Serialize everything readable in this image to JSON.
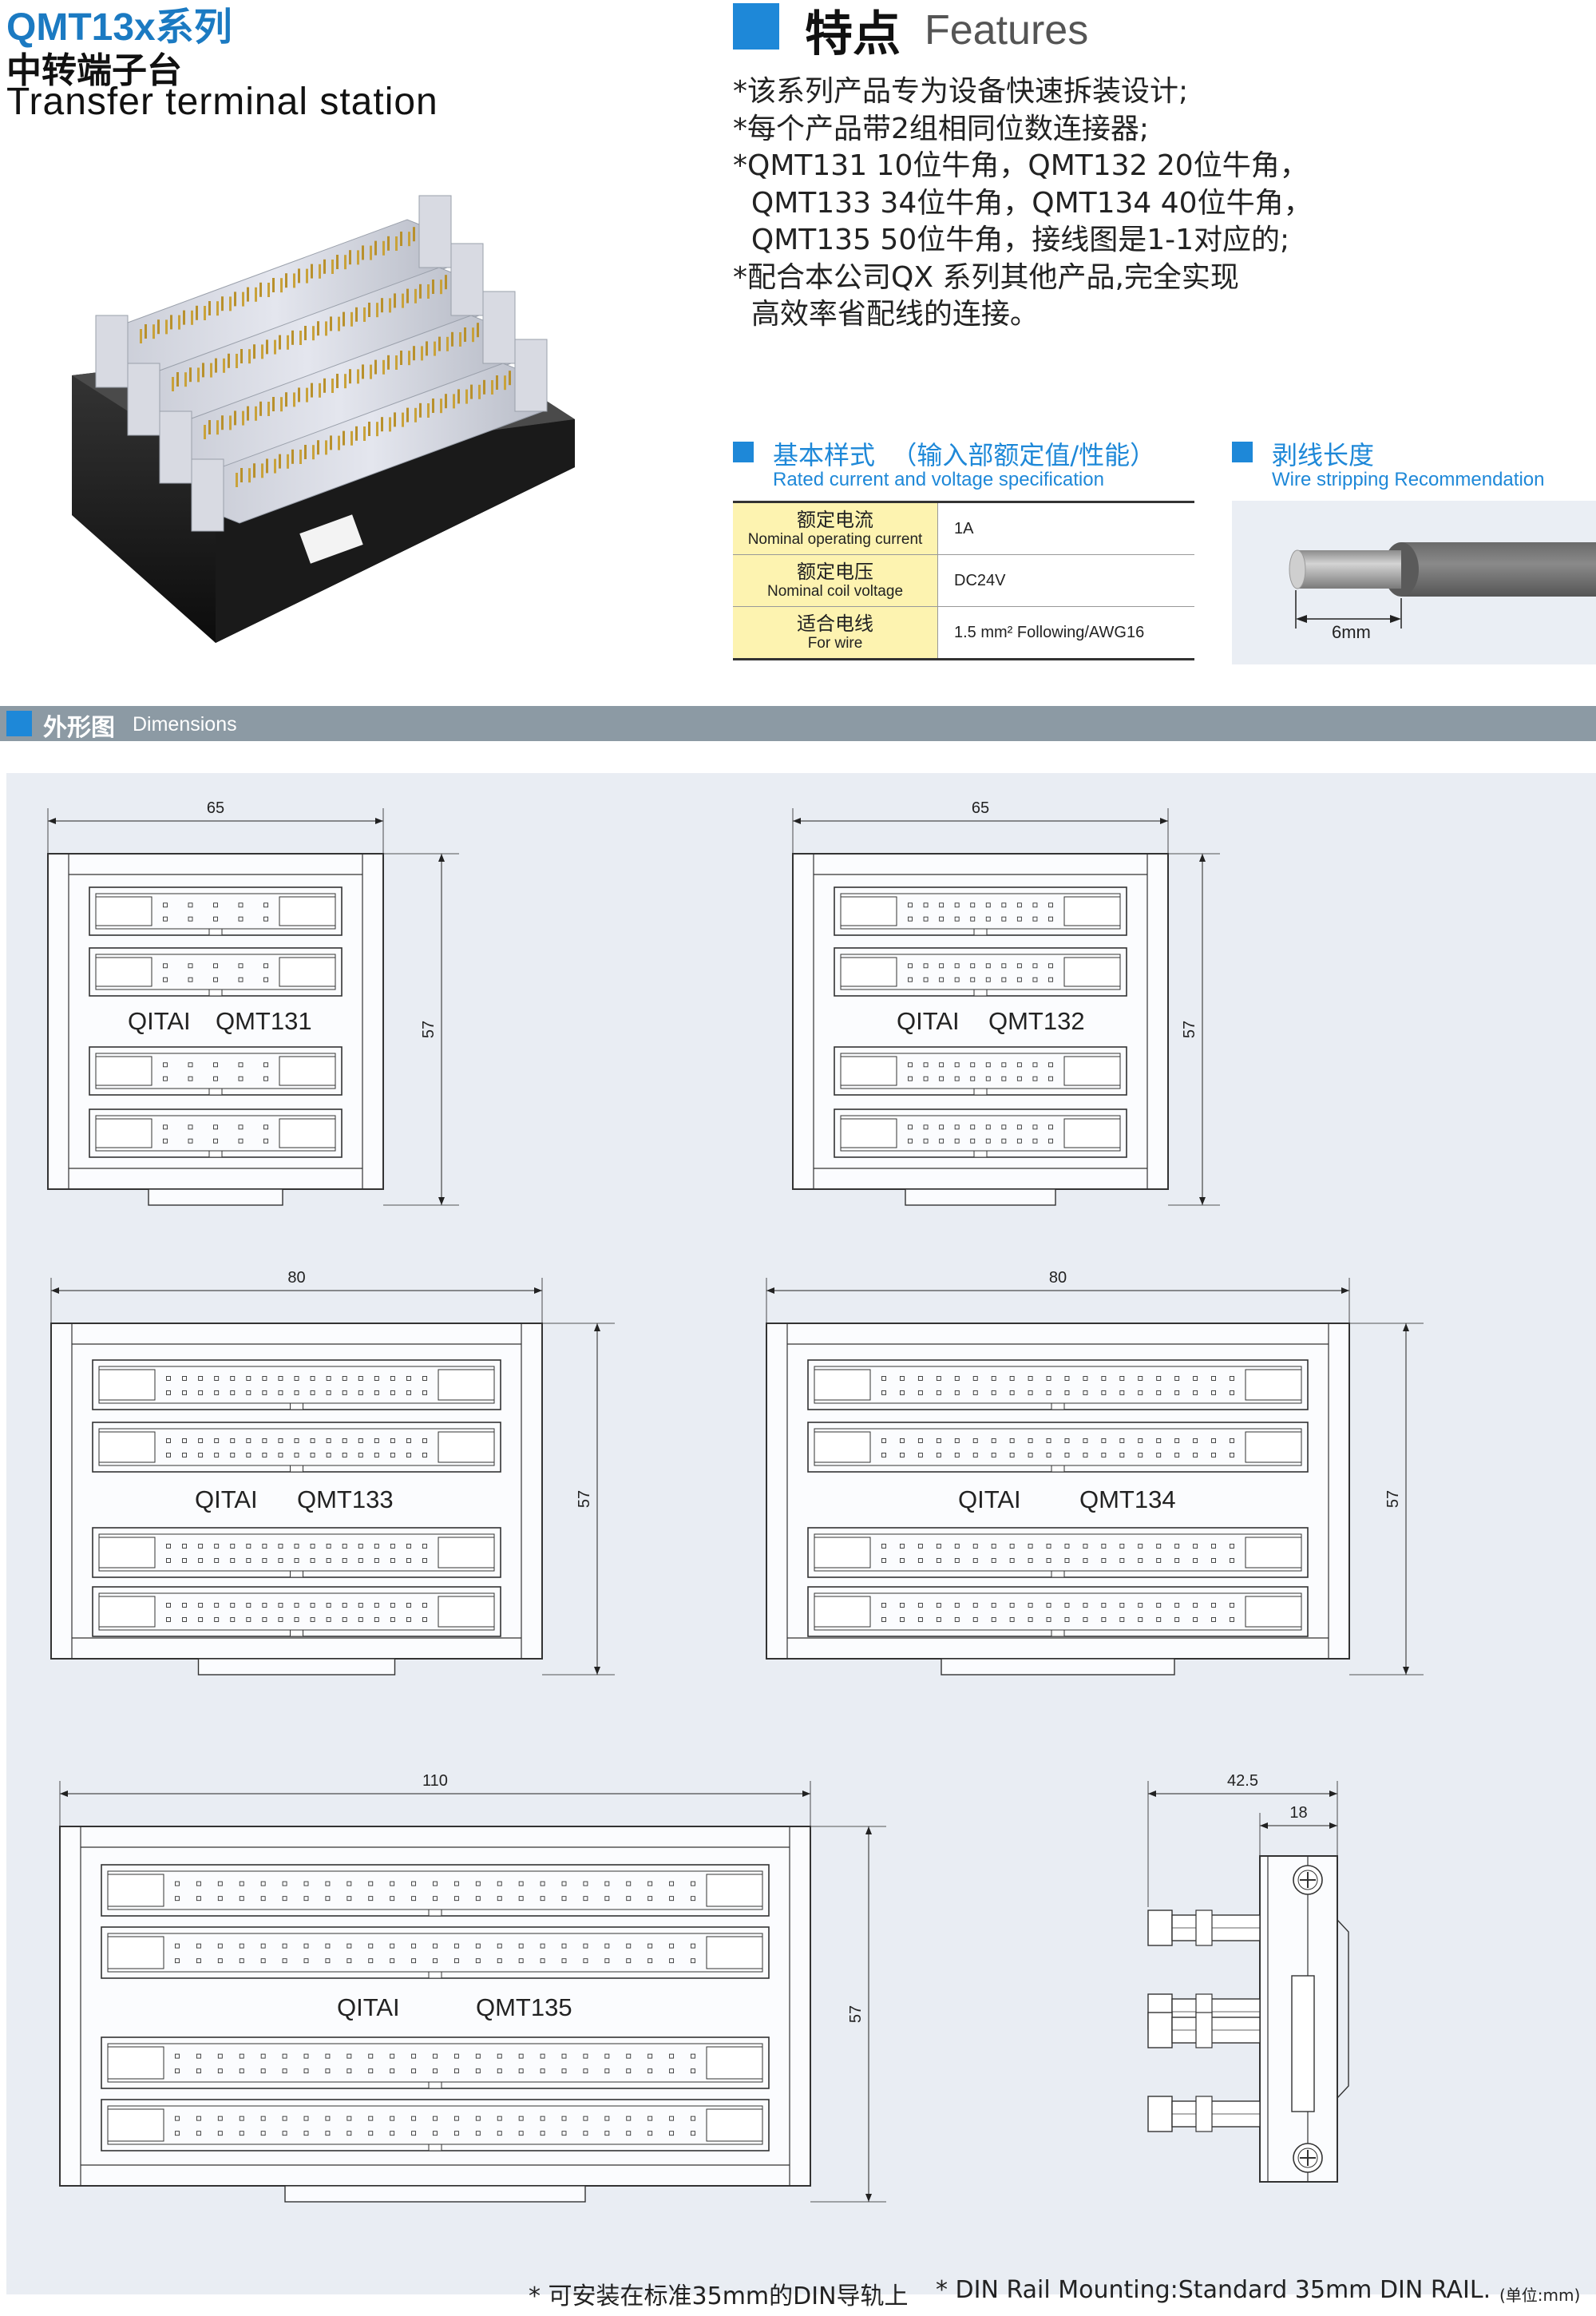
{
  "header": {
    "series": "QMT13x系列",
    "name_cn": "中转端子台",
    "name_en": "Transfer terminal station"
  },
  "features": {
    "title_cn": "特点",
    "title_en": "Features",
    "lines": [
      "*该系列产品专为设备快速拆装设计;",
      "*每个产品带2组相同位数连接器;",
      "*QMT131 10位牛角，QMT132 20位牛角，",
      "  QMT133 34位牛角，QMT134 40位牛角，",
      "  QMT135 50位牛角，接线图是1-1对应的;",
      "*配合本公司QX 系列其他产品,完全实现",
      "  高效率省配线的连接。"
    ]
  },
  "basic_spec": {
    "title_cn": "基本样式  （输入部额定值/性能）",
    "title_en": "Rated current and voltage specification",
    "rows": [
      {
        "key_cn": "额定电流",
        "key_en": "Nominal operating current",
        "value": "1A"
      },
      {
        "key_cn": "额定电压",
        "key_en": "Nominal coil voltage",
        "value": "DC24V"
      },
      {
        "key_cn": "适合电线",
        "key_en": "For wire",
        "value": "1.5 mm² Following/AWG16"
      }
    ]
  },
  "wire_stripping": {
    "title_cn": "剥线长度",
    "title_en": "Wire stripping Recommendation",
    "length_label": "6mm"
  },
  "dimensions": {
    "title_cn": "外形图",
    "title_en": "Dimensions",
    "brand": "QITAI",
    "models": [
      {
        "model": "QMT131",
        "width": "65",
        "height": "57",
        "pins": 10
      },
      {
        "model": "QMT132",
        "width": "65",
        "height": "57",
        "pins": 20
      },
      {
        "model": "QMT133",
        "width": "80",
        "height": "57",
        "pins": 34
      },
      {
        "model": "QMT134",
        "width": "80",
        "height": "57",
        "pins": 40
      },
      {
        "model": "QMT135",
        "width": "110",
        "height": "57",
        "pins": 50
      }
    ],
    "side_view": {
      "depth": "42.5",
      "inner": "18"
    }
  },
  "footer": {
    "note_cn": "* 可安装在标准35mm的DIN导轨上",
    "note_en": "* DIN Rail Mounting:Standard 35mm DIN RAIL.",
    "unit": "(单位:mm)"
  },
  "colors": {
    "accent": "#1e88d8",
    "series_blue": "#1b7ac2",
    "bar_grey": "#8c9aa4",
    "spec_yellow": "#fdf3b0",
    "drawing_bg": "#e9edf3"
  }
}
